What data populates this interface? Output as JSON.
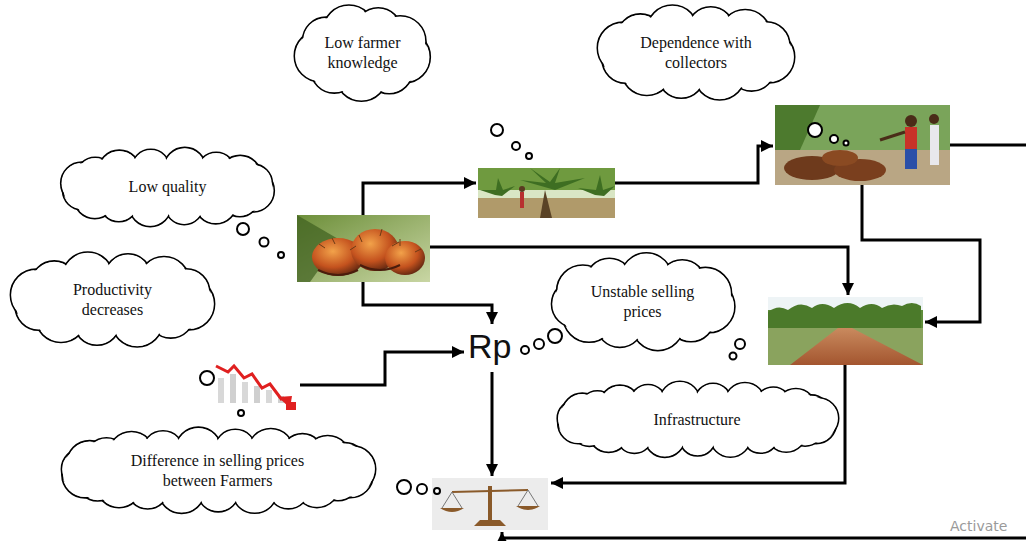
{
  "diagram": {
    "nodes": [
      {
        "text": [
          "Low farmer knowledge"
        ]
      },
      {
        "text": [
          "Dependence with collectors"
        ]
      },
      {
        "text": [
          "Low quality"
        ]
      },
      {
        "text": [
          "Productivity decreases"
        ]
      },
      {
        "text": [
          "Unstable selling prices"
        ]
      },
      {
        "text": [
          "Infrastructure"
        ]
      },
      {
        "text": [
          "Difference in selling prices between Farmers"
        ]
      }
    ],
    "labels": [
      "Rp",
      "Activate"
    ]
  }
}
